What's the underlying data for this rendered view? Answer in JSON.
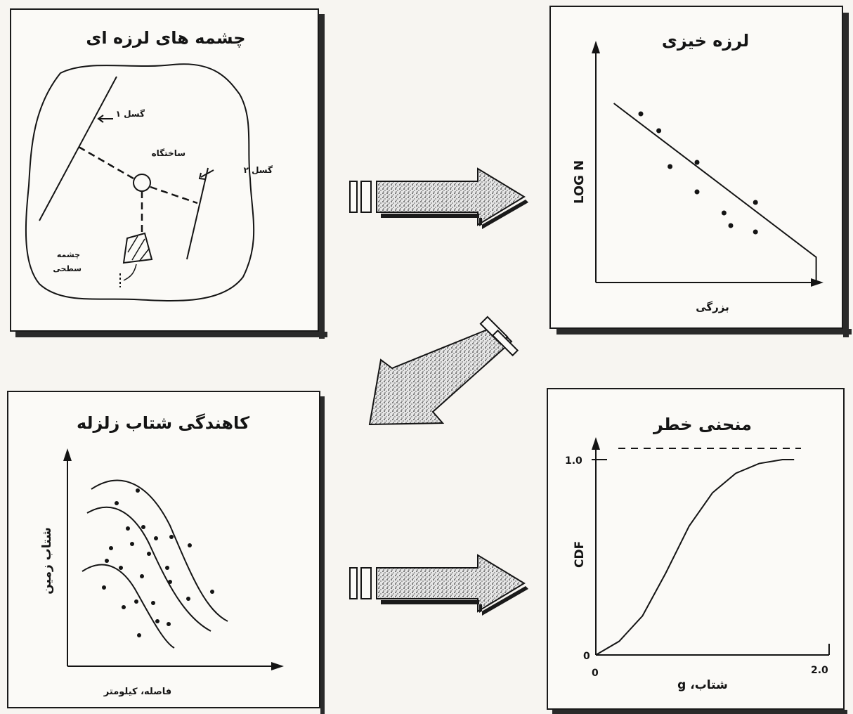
{
  "panels": {
    "seismic_sources": {
      "title": "چشمه های لرزه ای",
      "fault1_label": "گسل ۱",
      "fault2_label": "گسل ۲",
      "site_label": "ساختگاه",
      "area_source_line1": "چشمه",
      "area_source_line2": "سطحی"
    },
    "seismicity": {
      "title": "لرزه خیزی",
      "ylabel": "LOG N",
      "xlabel": "بزرگی"
    },
    "attenuation": {
      "title": "کاهندگی شتاب زلزله",
      "ylabel": "شتاب زمین",
      "xlabel": "فاصله، کیلومتر"
    },
    "hazard_curve": {
      "title": "منحنی خطر",
      "ylabel": "CDF",
      "xlabel": "شتاب، g",
      "y_tick_top": "1.0",
      "y_tick_bottom": "0",
      "x_tick_left": "0",
      "x_tick_right": "2.0"
    }
  },
  "chart_data": [
    {
      "type": "scatter",
      "panel": "seismicity",
      "ylabel": "LOG N",
      "xlabel": "بزرگی",
      "points": [
        [
          0.2,
          0.8
        ],
        [
          0.28,
          0.72
        ],
        [
          0.33,
          0.55
        ],
        [
          0.45,
          0.57
        ],
        [
          0.45,
          0.43
        ],
        [
          0.57,
          0.33
        ],
        [
          0.71,
          0.38
        ],
        [
          0.71,
          0.24
        ],
        [
          0.6,
          0.27
        ]
      ],
      "fit_line": [
        [
          0.08,
          0.85
        ],
        [
          0.98,
          0.12
        ],
        [
          0.98,
          0.0
        ]
      ],
      "note_units": "relative"
    },
    {
      "type": "line",
      "panel": "hazard_curve",
      "ylabel": "CDF",
      "xlabel": "شتاب، g",
      "xlim": [
        0,
        2.0
      ],
      "ylim": [
        0,
        1.0
      ],
      "series": [
        {
          "x": [
            0,
            0.2,
            0.4,
            0.6,
            0.8,
            1.0,
            1.2,
            1.4,
            1.6,
            1.7
          ],
          "values": [
            0,
            0.07,
            0.2,
            0.42,
            0.66,
            0.83,
            0.93,
            0.98,
            1.0,
            1.0
          ]
        }
      ]
    }
  ],
  "colors": {
    "ink": "#141414",
    "paper": "#fbfaf7",
    "shadow": "#2a2a2a"
  }
}
